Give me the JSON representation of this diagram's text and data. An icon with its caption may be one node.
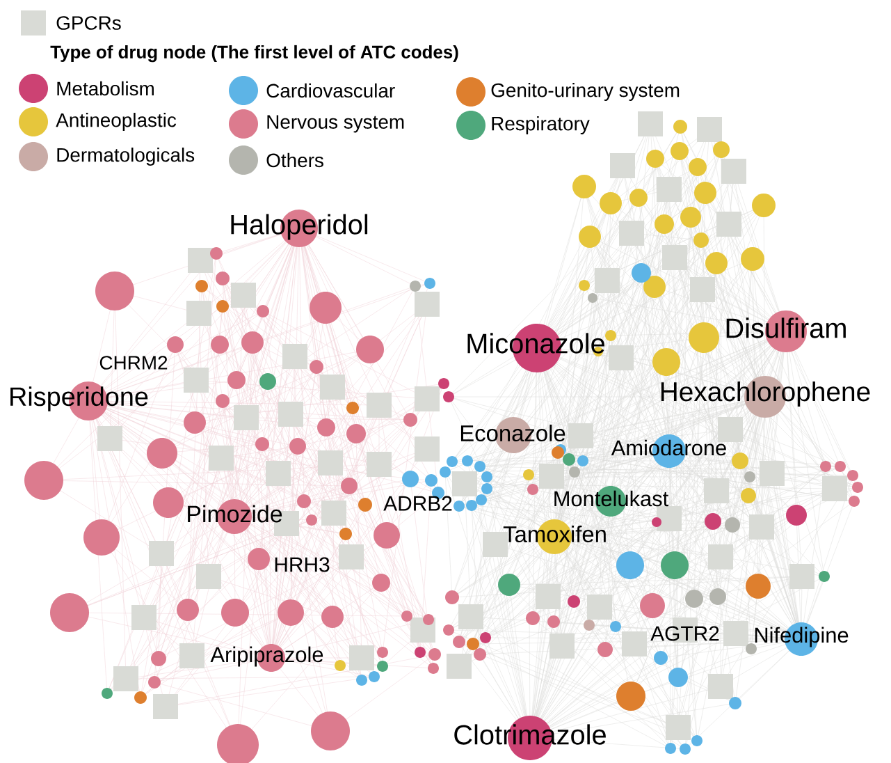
{
  "diagram": {
    "nodes": [
      {
        "text": [
          "Haloperidol"
        ]
      },
      {
        "text": [
          "Miconazole"
        ]
      },
      {
        "text": [
          "Disulfiram"
        ]
      },
      {
        "text": [
          "CHRM2"
        ]
      },
      {
        "text": [
          "Risperidone"
        ]
      },
      {
        "text": [
          "Hexachlorophene"
        ]
      },
      {
        "text": [
          "Econazole"
        ]
      },
      {
        "text": [
          "Amiodarone"
        ]
      },
      {
        "text": [
          "Montelukast"
        ]
      },
      {
        "text": [
          "Pimozide"
        ]
      },
      {
        "text": [
          "ADRB2"
        ]
      },
      {
        "text": [
          "Tamoxifen"
        ]
      },
      {
        "text": [
          "HRH3"
        ]
      },
      {
        "text": [
          "AGTR2"
        ]
      },
      {
        "text": [
          "Nifedipine"
        ]
      },
      {
        "text": [
          "Aripiprazole"
        ]
      },
      {
        "text": [
          "Clotrimazole"
        ]
      },
      {
        "text": [],
        "shape": "box"
      },
      {
        "text": [],
        "shape": "box"
      },
      {
        "text": [],
        "shape": "box"
      },
      {
        "text": [],
        "shape": "box"
      },
      {
        "text": [],
        "shape": "box"
      },
      {
        "text": [],
        "shape": "box"
      },
      {
        "text": [],
        "shape": "box"
      },
      {
        "text": [],
        "shape": "box"
      },
      {
        "text": [],
        "shape": "box"
      },
      {
        "text": [],
        "shape": "box"
      },
      {
        "text": [],
        "shape": "box"
      },
      {
        "text": [],
        "shape": "box"
      },
      {
        "text": [],
        "shape": "box"
      },
      {
        "text": [],
        "shape": "box"
      },
      {
        "text": [],
        "shape": "box"
      },
      {
        "text": [],
        "shape": "box"
      },
      {
        "text": [],
        "shape": "box"
      },
      {
        "text": [],
        "shape": "box"
      },
      {
        "text": [],
        "shape": "box"
      },
      {
        "text": [],
        "shape": "box"
      },
      {
        "text": [],
        "shape": "box"
      },
      {
        "text": [],
        "shape": "box"
      },
      {
        "text": [],
        "shape": "box"
      },
      {
        "text": [],
        "shape": "box"
      },
      {
        "text": [],
        "shape": "box"
      },
      {
        "text": [],
        "shape": "box"
      },
      {
        "text": [],
        "shape": "box"
      },
      {
        "text": [],
        "shape": "box"
      },
      {
        "text": [],
        "shape": "box"
      },
      {
        "text": [],
        "shape": "box"
      },
      {
        "text": [],
        "shape": "box"
      },
      {
        "text": [],
        "shape": "box"
      },
      {
        "text": [],
        "shape": "box"
      },
      {
        "text": [],
        "shape": "box"
      },
      {
        "text": [],
        "shape": "box"
      },
      {
        "text": [],
        "shape": "box"
      },
      {
        "text": [],
        "shape": "box"
      },
      {
        "text": [],
        "shape": "box"
      },
      {
        "text": [],
        "shape": "box"
      },
      {
        "text": [],
        "shape": "box"
      },
      {
        "text": [],
        "shape": "box"
      },
      {
        "text": [],
        "shape": "box"
      },
      {
        "text": [],
        "shape": "box"
      },
      {
        "text": [],
        "shape": "box"
      },
      {
        "text": [],
        "shape": "box"
      },
      {
        "text": [],
        "shape": "box"
      },
      {
        "text": [],
        "shape": "box"
      },
      {
        "text": [],
        "shape": "box"
      },
      {
        "text": [],
        "shape": "box"
      },
      {
        "text": [],
        "shape": "box"
      },
      {
        "text": [],
        "shape": "box"
      },
      {
        "text": [],
        "shape": "box"
      },
      {
        "text": [],
        "shape": "box"
      },
      {
        "text": [],
        "shape": "box"
      },
      {
        "text": [],
        "shape": "box"
      },
      {
        "text": [],
        "shape": "box"
      },
      {
        "text": [],
        "shape": "box"
      },
      {
        "text": [],
        "shape": "box"
      },
      {
        "text": [],
        "shape": "box"
      },
      {
        "text": [],
        "shape": "box"
      },
      {
        "text": [],
        "shape": "circle"
      },
      {
        "text": [],
        "shape": "circle"
      },
      {
        "text": [],
        "shape": "circle"
      },
      {
        "text": [],
        "shape": "circle"
      },
      {
        "text": [],
        "shape": "circle"
      },
      {
        "text": [],
        "shape": "circle"
      },
      {
        "text": [],
        "shape": "circle"
      },
      {
        "text": [],
        "shape": "circle"
      },
      {
        "text": [],
        "shape": "circle"
      },
      {
        "text": [],
        "shape": "circle"
      },
      {
        "text": [],
        "shape": "circle"
      },
      {
        "text": [],
        "shape": "circle"
      },
      {
        "text": [],
        "shape": "circle"
      },
      {
        "text": [],
        "shape": "circle"
      },
      {
        "text": [],
        "shape": "circle"
      },
      {
        "text": [],
        "shape": "circle"
      },
      {
        "text": [],
        "shape": "circle"
      },
      {
        "text": [],
        "shape": "circle"
      },
      {
        "text": [],
        "shape": "circle"
      },
      {
        "text": [],
        "shape": "circle"
      },
      {
        "text": [],
        "shape": "circle"
      },
      {
        "text": [],
        "shape": "circle"
      },
      {
        "text": [],
        "shape": "circle"
      },
      {
        "text": [],
        "shape": "circle"
      },
      {
        "text": [],
        "shape": "circle"
      },
      {
        "text": [],
        "shape": "circle"
      },
      {
        "text": [],
        "shape": "circle"
      },
      {
        "text": [],
        "shape": "circle"
      },
      {
        "text": [],
        "shape": "circle"
      },
      {
        "text": [],
        "shape": "circle"
      },
      {
        "text": [],
        "shape": "circle"
      },
      {
        "text": [],
        "shape": "circle"
      },
      {
        "text": [],
        "shape": "circle"
      },
      {
        "text": [],
        "shape": "circle"
      },
      {
        "text": [],
        "shape": "circle"
      },
      {
        "text": [],
        "shape": "circle"
      },
      {
        "text": [],
        "shape": "circle"
      },
      {
        "text": [],
        "shape": "circle"
      },
      {
        "text": [],
        "shape": "circle"
      },
      {
        "text": [],
        "shape": "circle"
      },
      {
        "text": [],
        "shape": "circle"
      },
      {
        "text": [],
        "shape": "circle"
      },
      {
        "text": [],
        "shape": "circle"
      },
      {
        "text": [],
        "shape": "circle"
      },
      {
        "text": [],
        "shape": "circle"
      },
      {
        "text": [],
        "shape": "circle"
      },
      {
        "text": [],
        "shape": "circle"
      },
      {
        "text": [],
        "shape": "circle"
      },
      {
        "text": [],
        "shape": "circle"
      },
      {
        "text": [],
        "shape": "circle"
      },
      {
        "text": [],
        "shape": "circle"
      },
      {
        "text": [],
        "shape": "circle"
      },
      {
        "text": [],
        "shape": "circle"
      },
      {
        "text": [],
        "shape": "circle"
      },
      {
        "text": [],
        "shape": "circle"
      },
      {
        "text": [],
        "shape": "circle"
      },
      {
        "text": [],
        "shape": "circle"
      },
      {
        "text": [],
        "shape": "circle"
      },
      {
        "text": [],
        "shape": "circle"
      },
      {
        "text": [],
        "shape": "circle"
      },
      {
        "text": [],
        "shape": "circle"
      },
      {
        "text": [],
        "shape": "circle"
      },
      {
        "text": [],
        "shape": "circle"
      },
      {
        "text": [],
        "shape": "circle"
      },
      {
        "text": [],
        "shape": "circle"
      },
      {
        "text": [],
        "shape": "circle"
      },
      {
        "text": [],
        "shape": "circle"
      },
      {
        "text": [],
        "shape": "circle"
      },
      {
        "text": [],
        "shape": "circle"
      },
      {
        "text": [],
        "shape": "circle"
      },
      {
        "text": [],
        "shape": "circle"
      },
      {
        "text": [],
        "shape": "circle"
      },
      {
        "text": [],
        "shape": "circle"
      },
      {
        "text": [],
        "shape": "circle"
      },
      {
        "text": [],
        "shape": "circle"
      },
      {
        "text": [],
        "shape": "circle"
      },
      {
        "text": [],
        "shape": "circle"
      },
      {
        "text": [],
        "shape": "circle"
      },
      {
        "text": [],
        "shape": "circle"
      },
      {
        "text": [],
        "shape": "circle"
      },
      {
        "text": [],
        "shape": "circle"
      },
      {
        "text": [],
        "shape": "circle"
      },
      {
        "text": [],
        "shape": "circle"
      },
      {
        "text": [],
        "shape": "circle"
      },
      {
        "text": [],
        "shape": "circle"
      },
      {
        "text": [],
        "shape": "circle"
      },
      {
        "text": [],
        "shape": "circle"
      },
      {
        "text": [],
        "shape": "circle"
      },
      {
        "text": [],
        "shape": "circle"
      },
      {
        "text": [],
        "shape": "circle"
      },
      {
        "text": [],
        "shape": "circle"
      },
      {
        "text": [],
        "shape": "circle"
      },
      {
        "text": [],
        "shape": "circle"
      },
      {
        "text": [],
        "shape": "circle"
      },
      {
        "text": [],
        "shape": "circle"
      },
      {
        "text": [],
        "shape": "circle"
      },
      {
        "text": [],
        "shape": "circle"
      },
      {
        "text": [],
        "shape": "circle"
      },
      {
        "text": [],
        "shape": "circle"
      },
      {
        "text": [],
        "shape": "circle"
      },
      {
        "text": [],
        "shape": "circle"
      },
      {
        "text": [],
        "shape": "circle"
      },
      {
        "text": [],
        "shape": "circle"
      },
      {
        "text": [],
        "shape": "circle"
      },
      {
        "text": [],
        "shape": "circle"
      },
      {
        "text": [],
        "shape": "circle"
      },
      {
        "text": [],
        "shape": "circle"
      },
      {
        "text": [],
        "shape": "circle"
      },
      {
        "text": [],
        "shape": "circle"
      },
      {
        "text": [],
        "shape": "circle"
      },
      {
        "text": [],
        "shape": "circle"
      },
      {
        "text": [],
        "shape": "circle"
      },
      {
        "text": [],
        "shape": "circle"
      },
      {
        "text": [],
        "shape": "circle"
      },
      {
        "text": [],
        "shape": "circle"
      },
      {
        "text": [],
        "shape": "circle"
      },
      {
        "text": [],
        "shape": "circle"
      },
      {
        "text": [],
        "shape": "circle"
      },
      {
        "text": [],
        "shape": "circle"
      },
      {
        "text": [],
        "shape": "circle"
      },
      {
        "text": [],
        "shape": "circle"
      },
      {
        "text": [],
        "shape": "circle"
      },
      {
        "text": [],
        "shape": "circle"
      },
      {
        "text": [],
        "shape": "circle"
      },
      {
        "text": [],
        "shape": "circle"
      },
      {
        "text": [],
        "shape": "circle"
      },
      {
        "text": [],
        "shape": "circle"
      },
      {
        "text": [],
        "shape": "circle"
      },
      {
        "text": [],
        "shape": "circle"
      },
      {
        "text": [],
        "shape": "circle"
      },
      {
        "text": [],
        "shape": "circle"
      },
      {
        "text": [],
        "shape": "circle"
      },
      {
        "text": [],
        "shape": "circle"
      },
      {
        "text": [],
        "shape": "circle"
      },
      {
        "text": [],
        "shape": "circle"
      },
      {
        "text": [],
        "shape": "circle"
      },
      {
        "text": [],
        "shape": "circle"
      },
      {
        "text": [],
        "shape": "circle"
      },
      {
        "text": [],
        "shape": "circle"
      },
      {
        "text": [],
        "shape": "circle"
      },
      {
        "text": [],
        "shape": "circle"
      },
      {
        "text": [],
        "shape": "circle"
      }
    ],
    "labels": [
      "Type of drug node (The first level of ATC codes)"
    ],
    "legend": [
      {
        "text": "GPCRs",
        "color": "#d9dbd6"
      },
      {
        "text": "Metabolism",
        "color": "#cc4273"
      },
      {
        "text": "Cardiovascular",
        "color": "#5db4e6"
      },
      {
        "text": "Genito-urinary system",
        "color": "#de7f2e"
      },
      {
        "text": "Antineoplastic",
        "color": "#e6c63c"
      },
      {
        "text": "Nervous system",
        "color": "#dc7b8e"
      },
      {
        "text": "Respiratory",
        "color": "#4fa87c"
      },
      {
        "text": "Dermatologicals",
        "color": "#c9aba6"
      },
      {
        "text": "Others",
        "color": "#b4b5ae"
      }
    ]
  }
}
